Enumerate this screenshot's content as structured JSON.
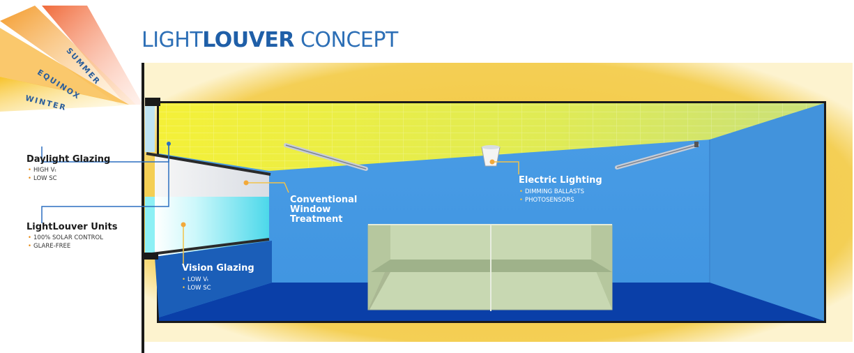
{
  "title": {
    "light": "LIGHT",
    "louver": "LOUVER",
    "concept": " CONCEPT"
  },
  "sun_angles": [
    "SUMMER",
    "EQUINOX",
    "WINTER"
  ],
  "callouts": {
    "daylight_glazing": {
      "heading": "Daylight Glazing",
      "items": [
        "HIGH Vₜ",
        "LOW SC"
      ]
    },
    "lightlouver_units": {
      "heading": "LightLouver Units",
      "items": [
        "100% SOLAR CONTROL",
        "GLARE-FREE"
      ]
    },
    "conventional_window": {
      "heading": "Conventional Window Treatment"
    },
    "vision_glazing": {
      "heading": "Vision Glazing",
      "items": [
        "LOW Vₜ",
        "LOW SC"
      ]
    },
    "electric_lighting": {
      "heading": "Electric Lighting",
      "items": [
        "DIMMING BALLASTS",
        "PHOTOSENSORS"
      ]
    }
  },
  "colors": {
    "frame": "#f2c63c",
    "wall": "#4a9ee6",
    "floor": "#0a3fa8",
    "ceiling": "#e8f04a",
    "furniture": "#c9d8b4",
    "title": "#2d6fb6",
    "bullet": "#e58a16"
  }
}
